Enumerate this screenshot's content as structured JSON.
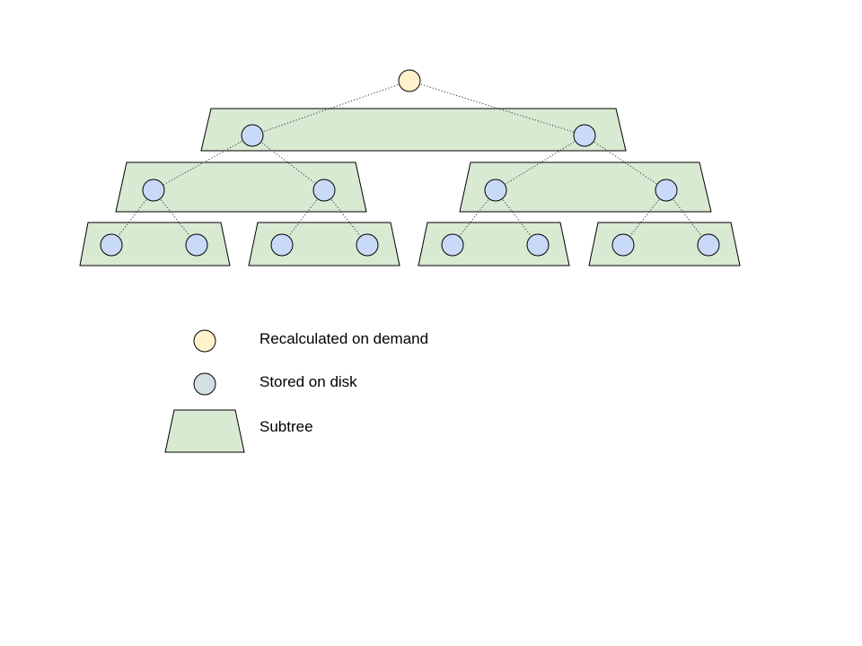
{
  "colors": {
    "subtree_fill": "#d9ead3",
    "stored_fill": "#c9daf8",
    "stored_legend_fill": "#d0e0e3",
    "recalc_fill": "#fff2cc",
    "stroke": "#000000",
    "edge": "#333333"
  },
  "legend": {
    "recalculated_label": "Recalculated on demand",
    "stored_label": "Stored on disk",
    "subtree_label": "Subtree"
  },
  "tree": {
    "root": "recalculated",
    "levels": 3,
    "stored_node_count": 14
  }
}
